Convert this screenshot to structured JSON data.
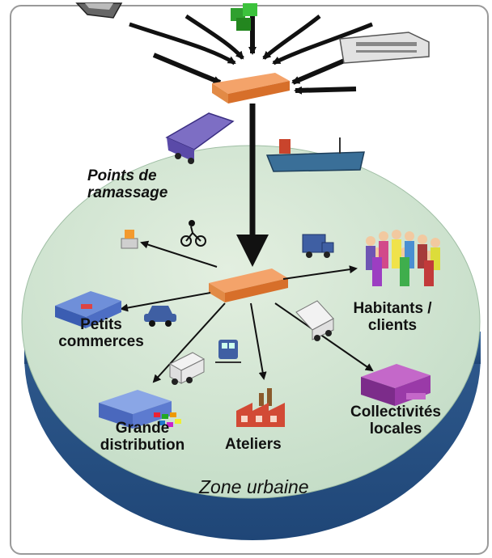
{
  "labels": {
    "points_de_ramassage": "Points de ramassage",
    "petits_commerces": "Petits commerces",
    "grande_distribution": "Grande distribution",
    "ateliers": "Ateliers",
    "habitants_clients": "Habitants / clients",
    "collectivites_locales": "Collectivités locales",
    "zone_urbaine": "Zone urbaine"
  },
  "colors": {
    "zone_top": "#cfe3cf",
    "zone_side": "#2f5c8f",
    "hub": "#e8894b",
    "arrow": "#111111"
  },
  "icons": [
    "ship-icon",
    "package-icon",
    "train-icon",
    "hub-icon",
    "truck-icon",
    "cargo-ship-icon",
    "cyclist-icon",
    "delivery-van-icon",
    "people-icon",
    "car-icon",
    "store-icon",
    "warehouse-icon",
    "factory-icon",
    "office-building-icon"
  ]
}
